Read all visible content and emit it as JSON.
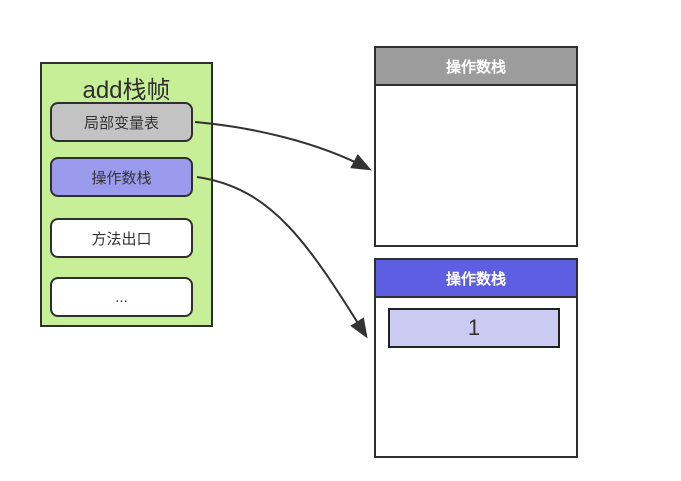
{
  "frame_panel": {
    "title": "add栈帧",
    "bg": "#c6ef97",
    "items": [
      {
        "label": "局部变量表",
        "fill": "#c3c3c3"
      },
      {
        "label": "操作数栈",
        "fill": "#9b9bee"
      },
      {
        "label": "方法出口",
        "fill": "#ffffff"
      },
      {
        "label": "...",
        "fill": "#ffffff"
      }
    ]
  },
  "operand_stack_boxes": [
    {
      "title": "操作数栈",
      "header_bg": "#9c9c9c",
      "cells": []
    },
    {
      "title": "操作数栈",
      "header_bg": "#5e5ee2",
      "cells": [
        {
          "value": "1",
          "fill": "#cbcbf2"
        }
      ]
    }
  ],
  "arrows": [
    {
      "name": "local-variable-table-to-empty-operand-stack",
      "color": "#333333"
    },
    {
      "name": "operand-stack-to-operand-stack-with-1",
      "color": "#333333"
    }
  ],
  "colors": {
    "panel_border": "#2f2f2f",
    "panel_bg": "#c6ef97",
    "gray_box": "#c3c3c3",
    "periwinkle_box": "#9b9bee",
    "gray_header": "#9c9c9c",
    "blue_header": "#5e5ee2",
    "cell_fill": "#cbcbf2",
    "arrow": "#333333"
  }
}
